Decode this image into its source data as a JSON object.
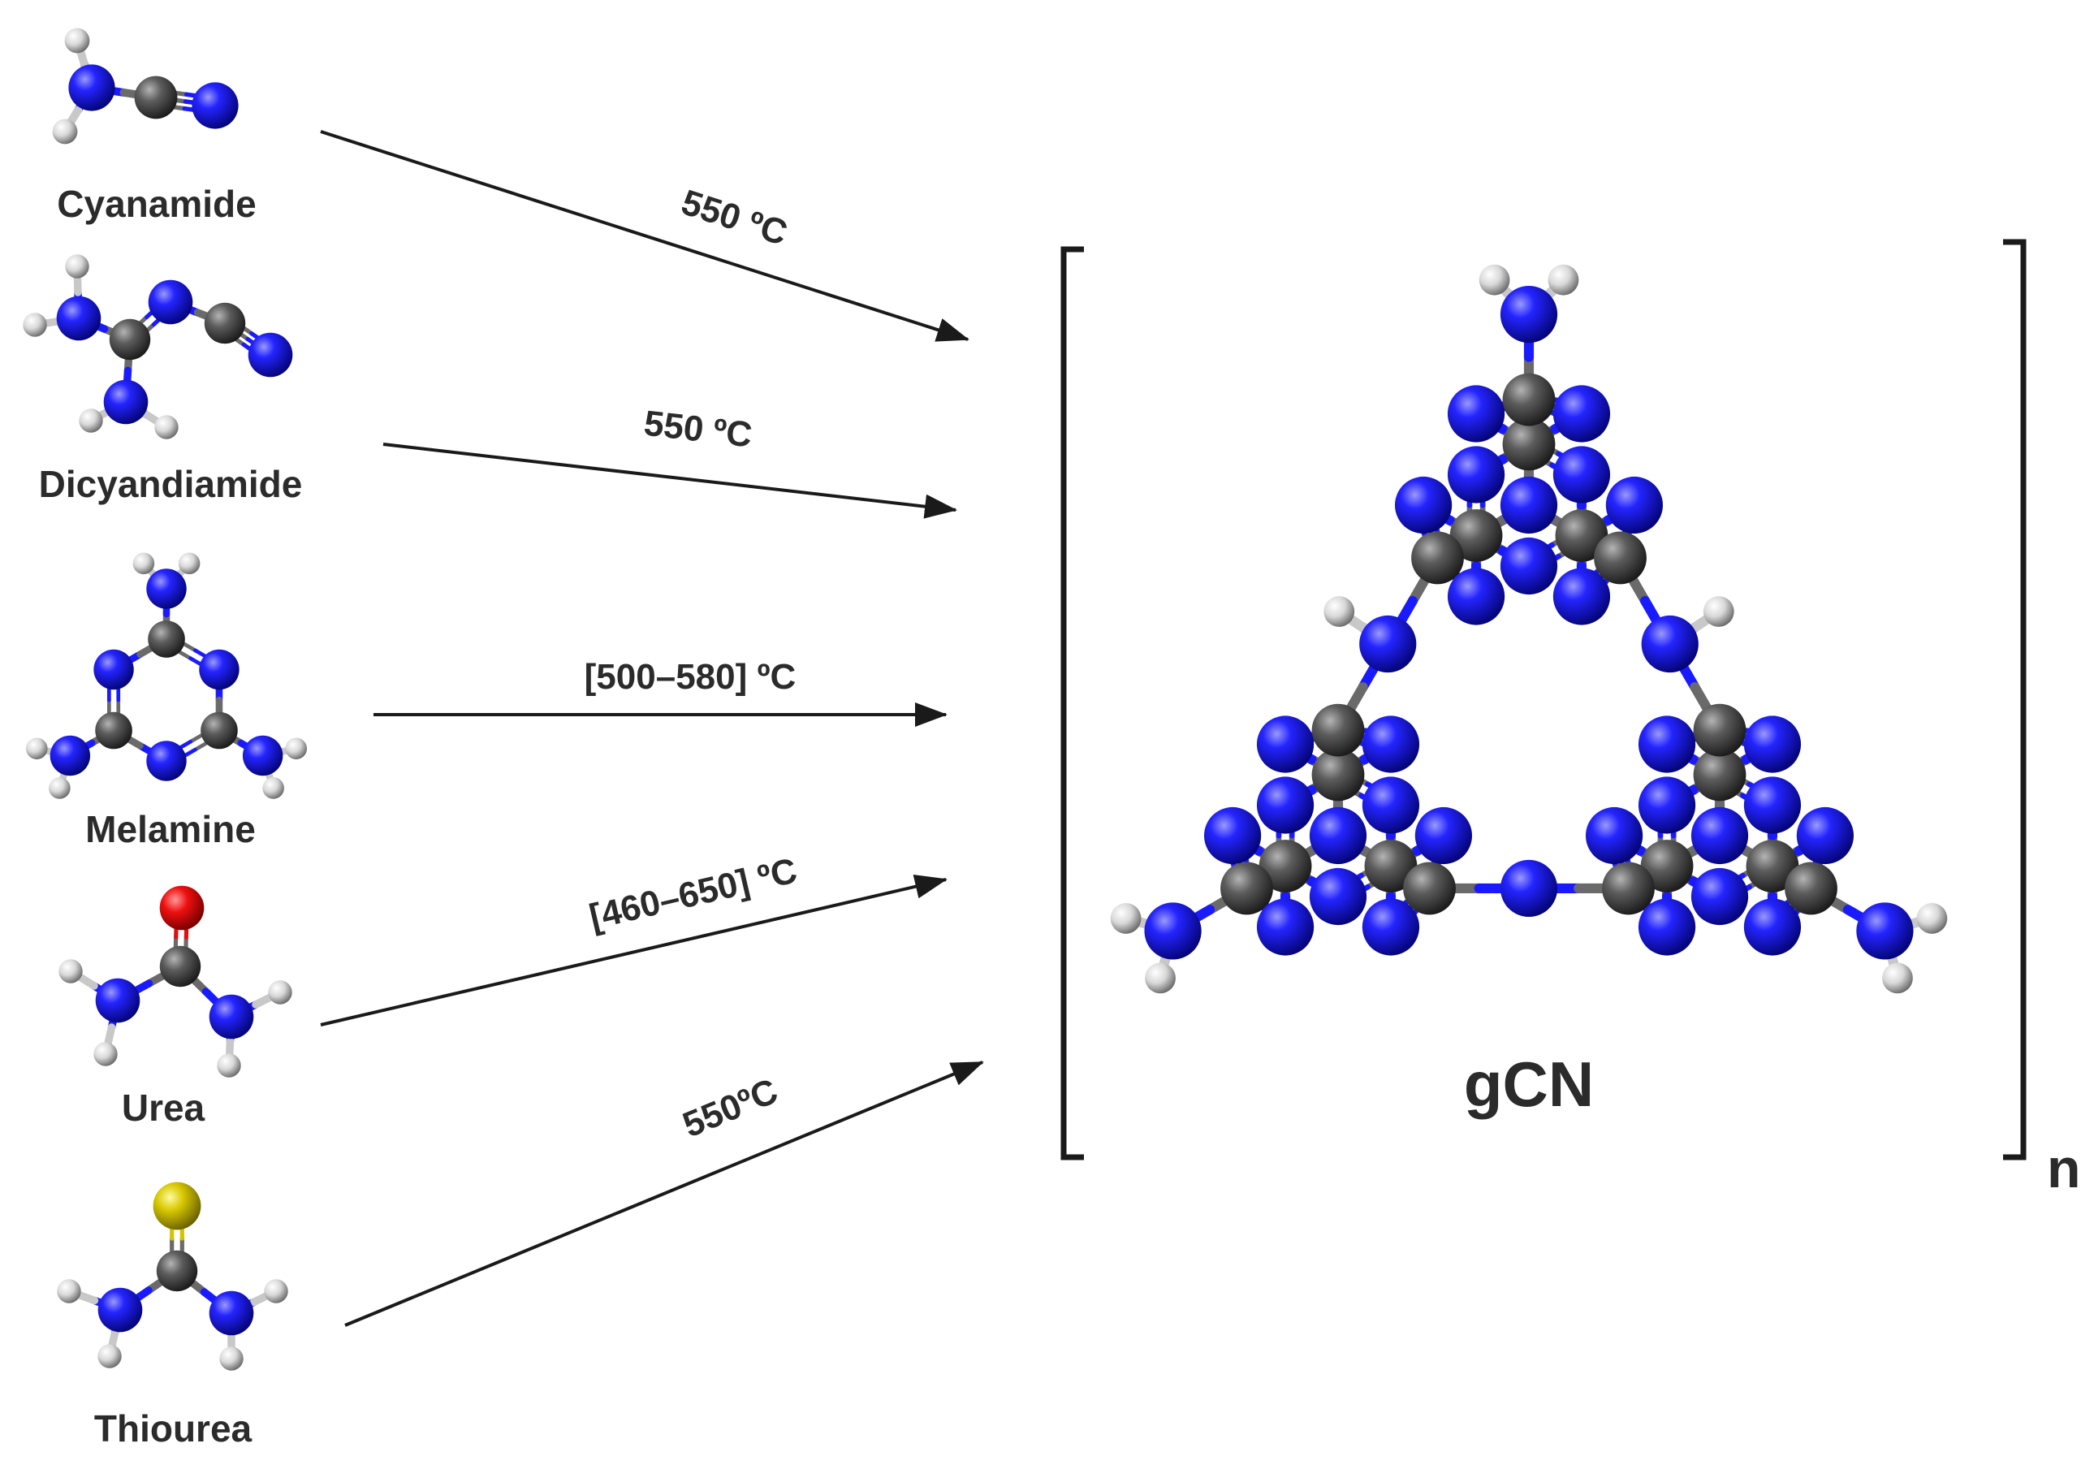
{
  "precursors": [
    {
      "name": "Cyanamide",
      "temperature": "550 ºC"
    },
    {
      "name": "Dicyandiamide",
      "temperature": "550 ºC"
    },
    {
      "name": "Melamine",
      "temperature": "[500–580] ºC"
    },
    {
      "name": "Urea",
      "temperature": "[460–650] ºC"
    },
    {
      "name": "Thiourea",
      "temperature": "550ºC"
    }
  ],
  "product": {
    "label": "gCN",
    "repeat_subscript": "n"
  },
  "atom_colors": {
    "N": "#1010ee",
    "C": "#555555",
    "H": "#dddddd",
    "O": "#e01010",
    "S": "#d4c400"
  },
  "arrow_color": "#1a1a1a"
}
